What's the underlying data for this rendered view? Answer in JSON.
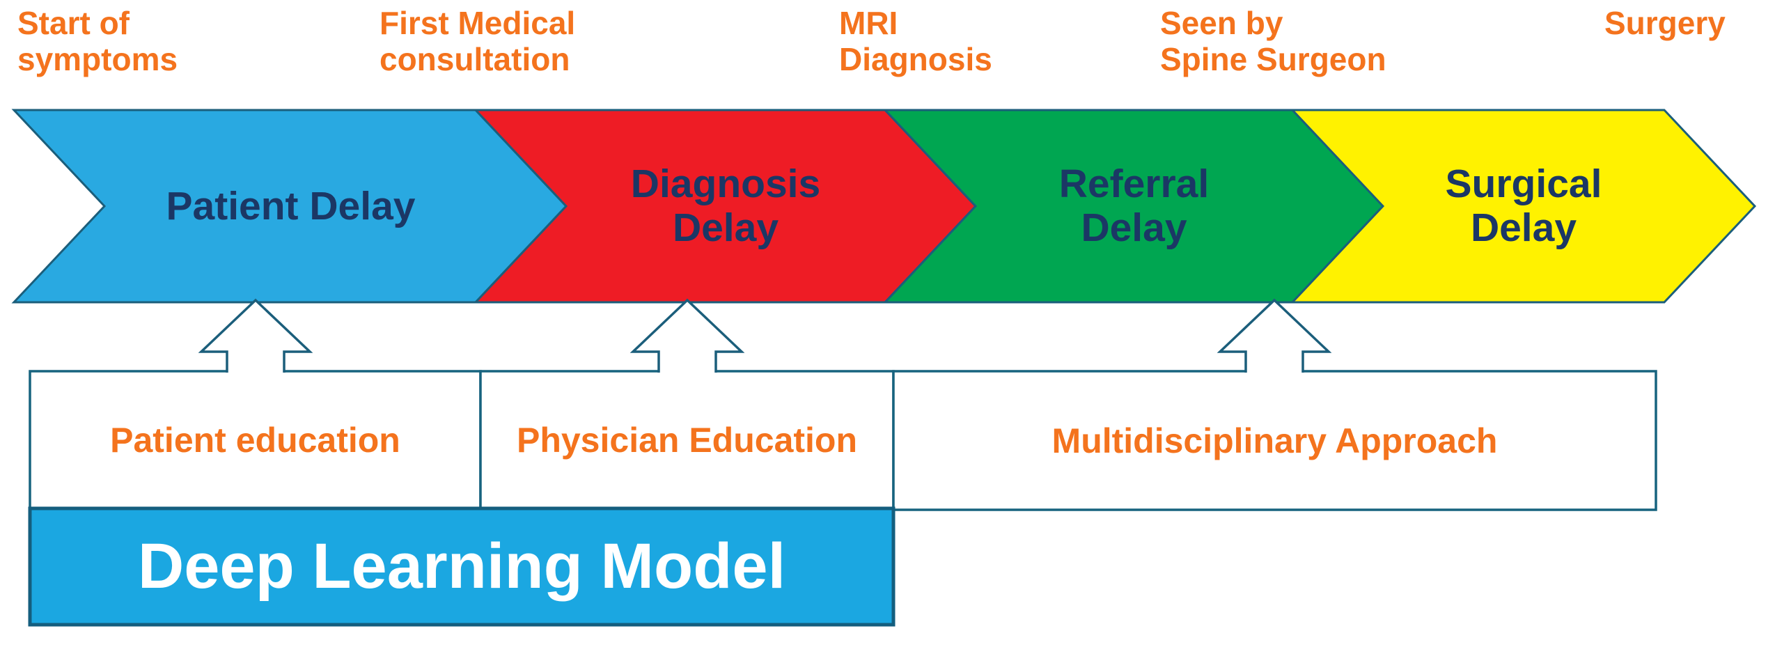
{
  "colors": {
    "chevron_blue": "#29A9E1",
    "chevron_red": "#EE1C25",
    "chevron_green": "#00A651",
    "chevron_yellow": "#FFF200",
    "chevron_border": "#1B5E7B",
    "arrow_border": "#1B5E7B",
    "box_border": "#17637F",
    "dlm_fill": "#1BA7E1",
    "dlm_border": "#145E7E",
    "orange_text": "#F4731D",
    "navy_text": "#1B3765",
    "white_text": "#FFFFFF"
  },
  "milestones": [
    {
      "label": "Start of\nsymptoms"
    },
    {
      "label": "First Medical\nconsultation"
    },
    {
      "label": "MRI\nDiagnosis"
    },
    {
      "label": "Seen by\nSpine Surgeon"
    },
    {
      "label": "Surgery"
    }
  ],
  "stages": [
    {
      "label": "Patient Delay"
    },
    {
      "label": "Diagnosis\nDelay"
    },
    {
      "label": "Referral\nDelay"
    },
    {
      "label": "Surgical\nDelay"
    }
  ],
  "interventions": [
    {
      "label": "Patient education"
    },
    {
      "label": "Physician Education"
    },
    {
      "label": "Multidisciplinary Approach"
    }
  ],
  "model": {
    "label": "Deep Learning Model"
  }
}
